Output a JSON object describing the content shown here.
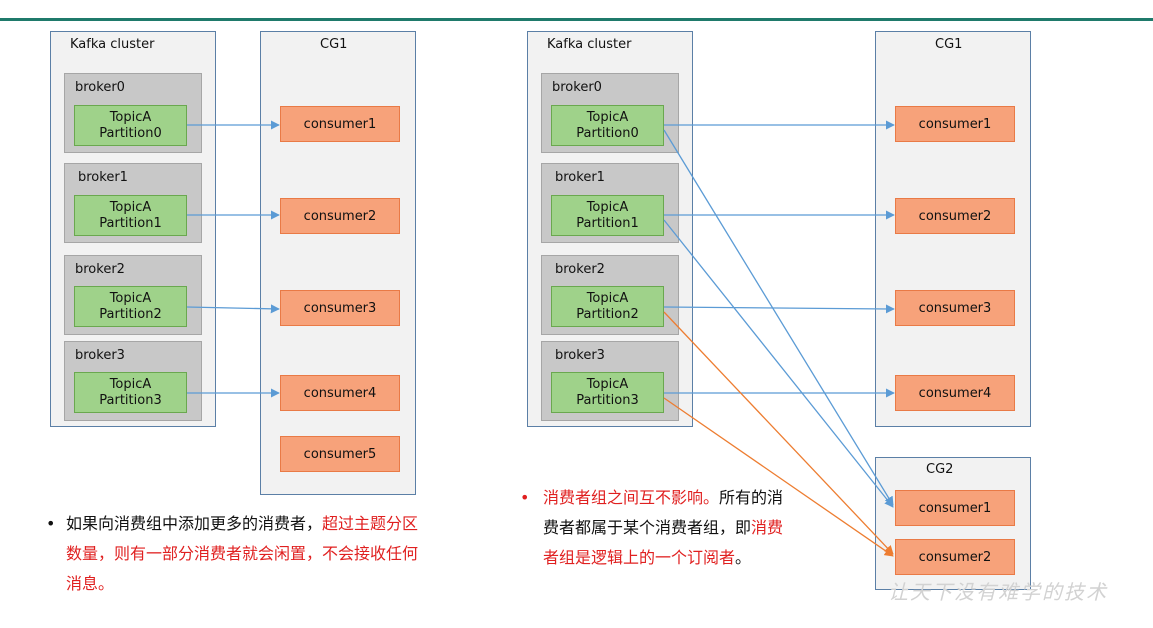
{
  "left": {
    "cluster_label": "Kafka cluster",
    "cg_label": "CG1",
    "brokers": [
      {
        "name": "broker0",
        "topic": "TopicA",
        "partition": "Partition0"
      },
      {
        "name": "broker1",
        "topic": "TopicA",
        "partition": "Partition1"
      },
      {
        "name": "broker2",
        "topic": "TopicA",
        "partition": "Partition2"
      },
      {
        "name": "broker3",
        "topic": "TopicA",
        "partition": "Partition3"
      }
    ],
    "consumers": [
      "consumer1",
      "consumer2",
      "consumer3",
      "consumer4",
      "consumer5"
    ],
    "note_black": "如果向消费组中添加更多的消费者，",
    "note_red": "超过主题分区数量，则有一部分消费者就会闲置，不会接收任何消息。"
  },
  "right": {
    "cluster_label": "Kafka cluster",
    "cg1_label": "CG1",
    "cg2_label": "CG2",
    "brokers": [
      {
        "name": "broker0",
        "topic": "TopicA",
        "partition": "Partition0"
      },
      {
        "name": "broker1",
        "topic": "TopicA",
        "partition": "Partition1"
      },
      {
        "name": "broker2",
        "topic": "TopicA",
        "partition": "Partition2"
      },
      {
        "name": "broker3",
        "topic": "TopicA",
        "partition": "Partition3"
      }
    ],
    "cg1_consumers": [
      "consumer1",
      "consumer2",
      "consumer3",
      "consumer4"
    ],
    "cg2_consumers": [
      "consumer1",
      "consumer2"
    ],
    "note_red1": "消费者组之间互不影响。",
    "note_black": "所有的消费者都属于某个消费者组，即",
    "note_red2": "消费者组是逻辑上的一个订阅者",
    "note_end": "。"
  },
  "bullet": "•",
  "watermark": "让天下没有难学的技术",
  "colors": {
    "blue_arrow": "#5b9bd5",
    "orange_arrow": "#ed7d31",
    "red_text": "#e02020",
    "partition_fill": "#9fd28a",
    "consumer_fill": "#f7a27a"
  }
}
